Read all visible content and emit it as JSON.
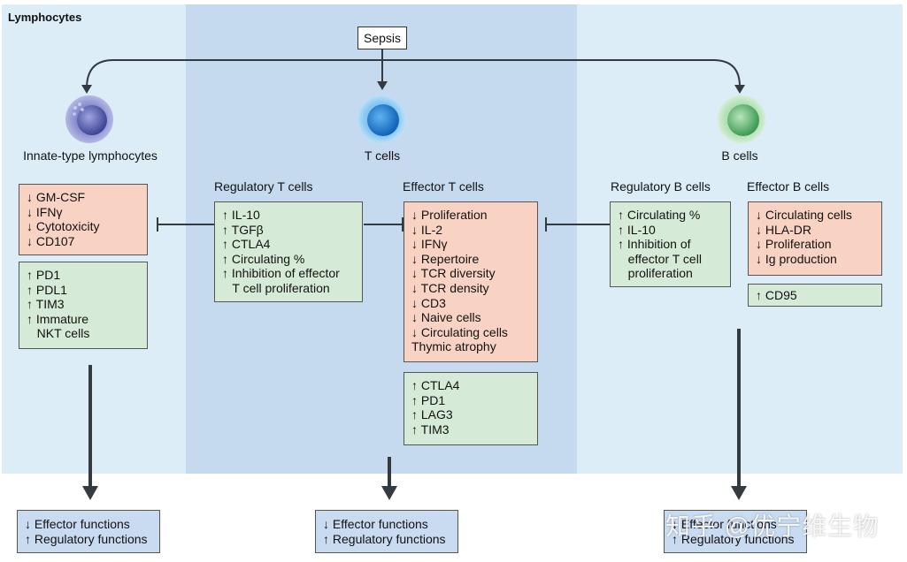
{
  "section_title": "Lymphocytes",
  "sepsis": "Sepsis",
  "cells": {
    "innate": "Innate-type lymphocytes",
    "t": "T cells",
    "b": "B cells"
  },
  "subtitles": {
    "treg": "Regulatory T cells",
    "teff": "Effector T cells",
    "breg": "Regulatory B cells",
    "beff": "Effector B cells"
  },
  "innate_red": [
    "↓ GM-CSF",
    "↓ IFNγ",
    "↓ Cytotoxicity",
    "↓ CD107"
  ],
  "innate_green": [
    "↑ PD1",
    "↑ PDL1",
    "↑ TIM3",
    "↑ Immature",
    "   NKT cells"
  ],
  "treg_green": [
    "↑ IL-10",
    "↑ TGFβ",
    "↑ CTLA4",
    "↑ Circulating %",
    "↑ Inhibition of effector",
    "   T cell proliferation"
  ],
  "teff_red": [
    "↓ Proliferation",
    "↓ IL-2",
    "↓ IFNγ",
    "↓ Repertoire",
    "↓ TCR diversity",
    "↓ TCR density",
    "↓ CD3",
    "↓ Naive cells",
    "↓ Circulating cells",
    "Thymic atrophy"
  ],
  "teff_green": [
    "↑ CTLA4",
    "↑ PD1",
    "↑ LAG3",
    "↑ TIM3"
  ],
  "breg_green": [
    "↑ Circulating %",
    "↑ IL-10",
    "↑ Inhibition of",
    "   effector T cell",
    "   proliferation"
  ],
  "beff_red": [
    "↓ Circulating cells",
    "↓ HLA-DR",
    "↓ Proliferation",
    "↓ Ig production"
  ],
  "beff_green": [
    "↑ CD95"
  ],
  "outcome": {
    "left": [
      "↓ Effector functions",
      "↑ Regulatory functions"
    ],
    "mid": [
      "↓ Effector functions",
      "↑ Regulatory functions"
    ],
    "right": [
      "↓ Effector functions",
      "↑ Regulatory functions"
    ]
  },
  "watermark": "知乎 @优宁维生物",
  "colors": {
    "panel_light": "#dcedf8",
    "panel_mid": "#c5daef",
    "box_red": "#f8d3c4",
    "box_green": "#d6ebd7",
    "box_blue": "#c9dbf1",
    "arrow": "#333a40"
  }
}
